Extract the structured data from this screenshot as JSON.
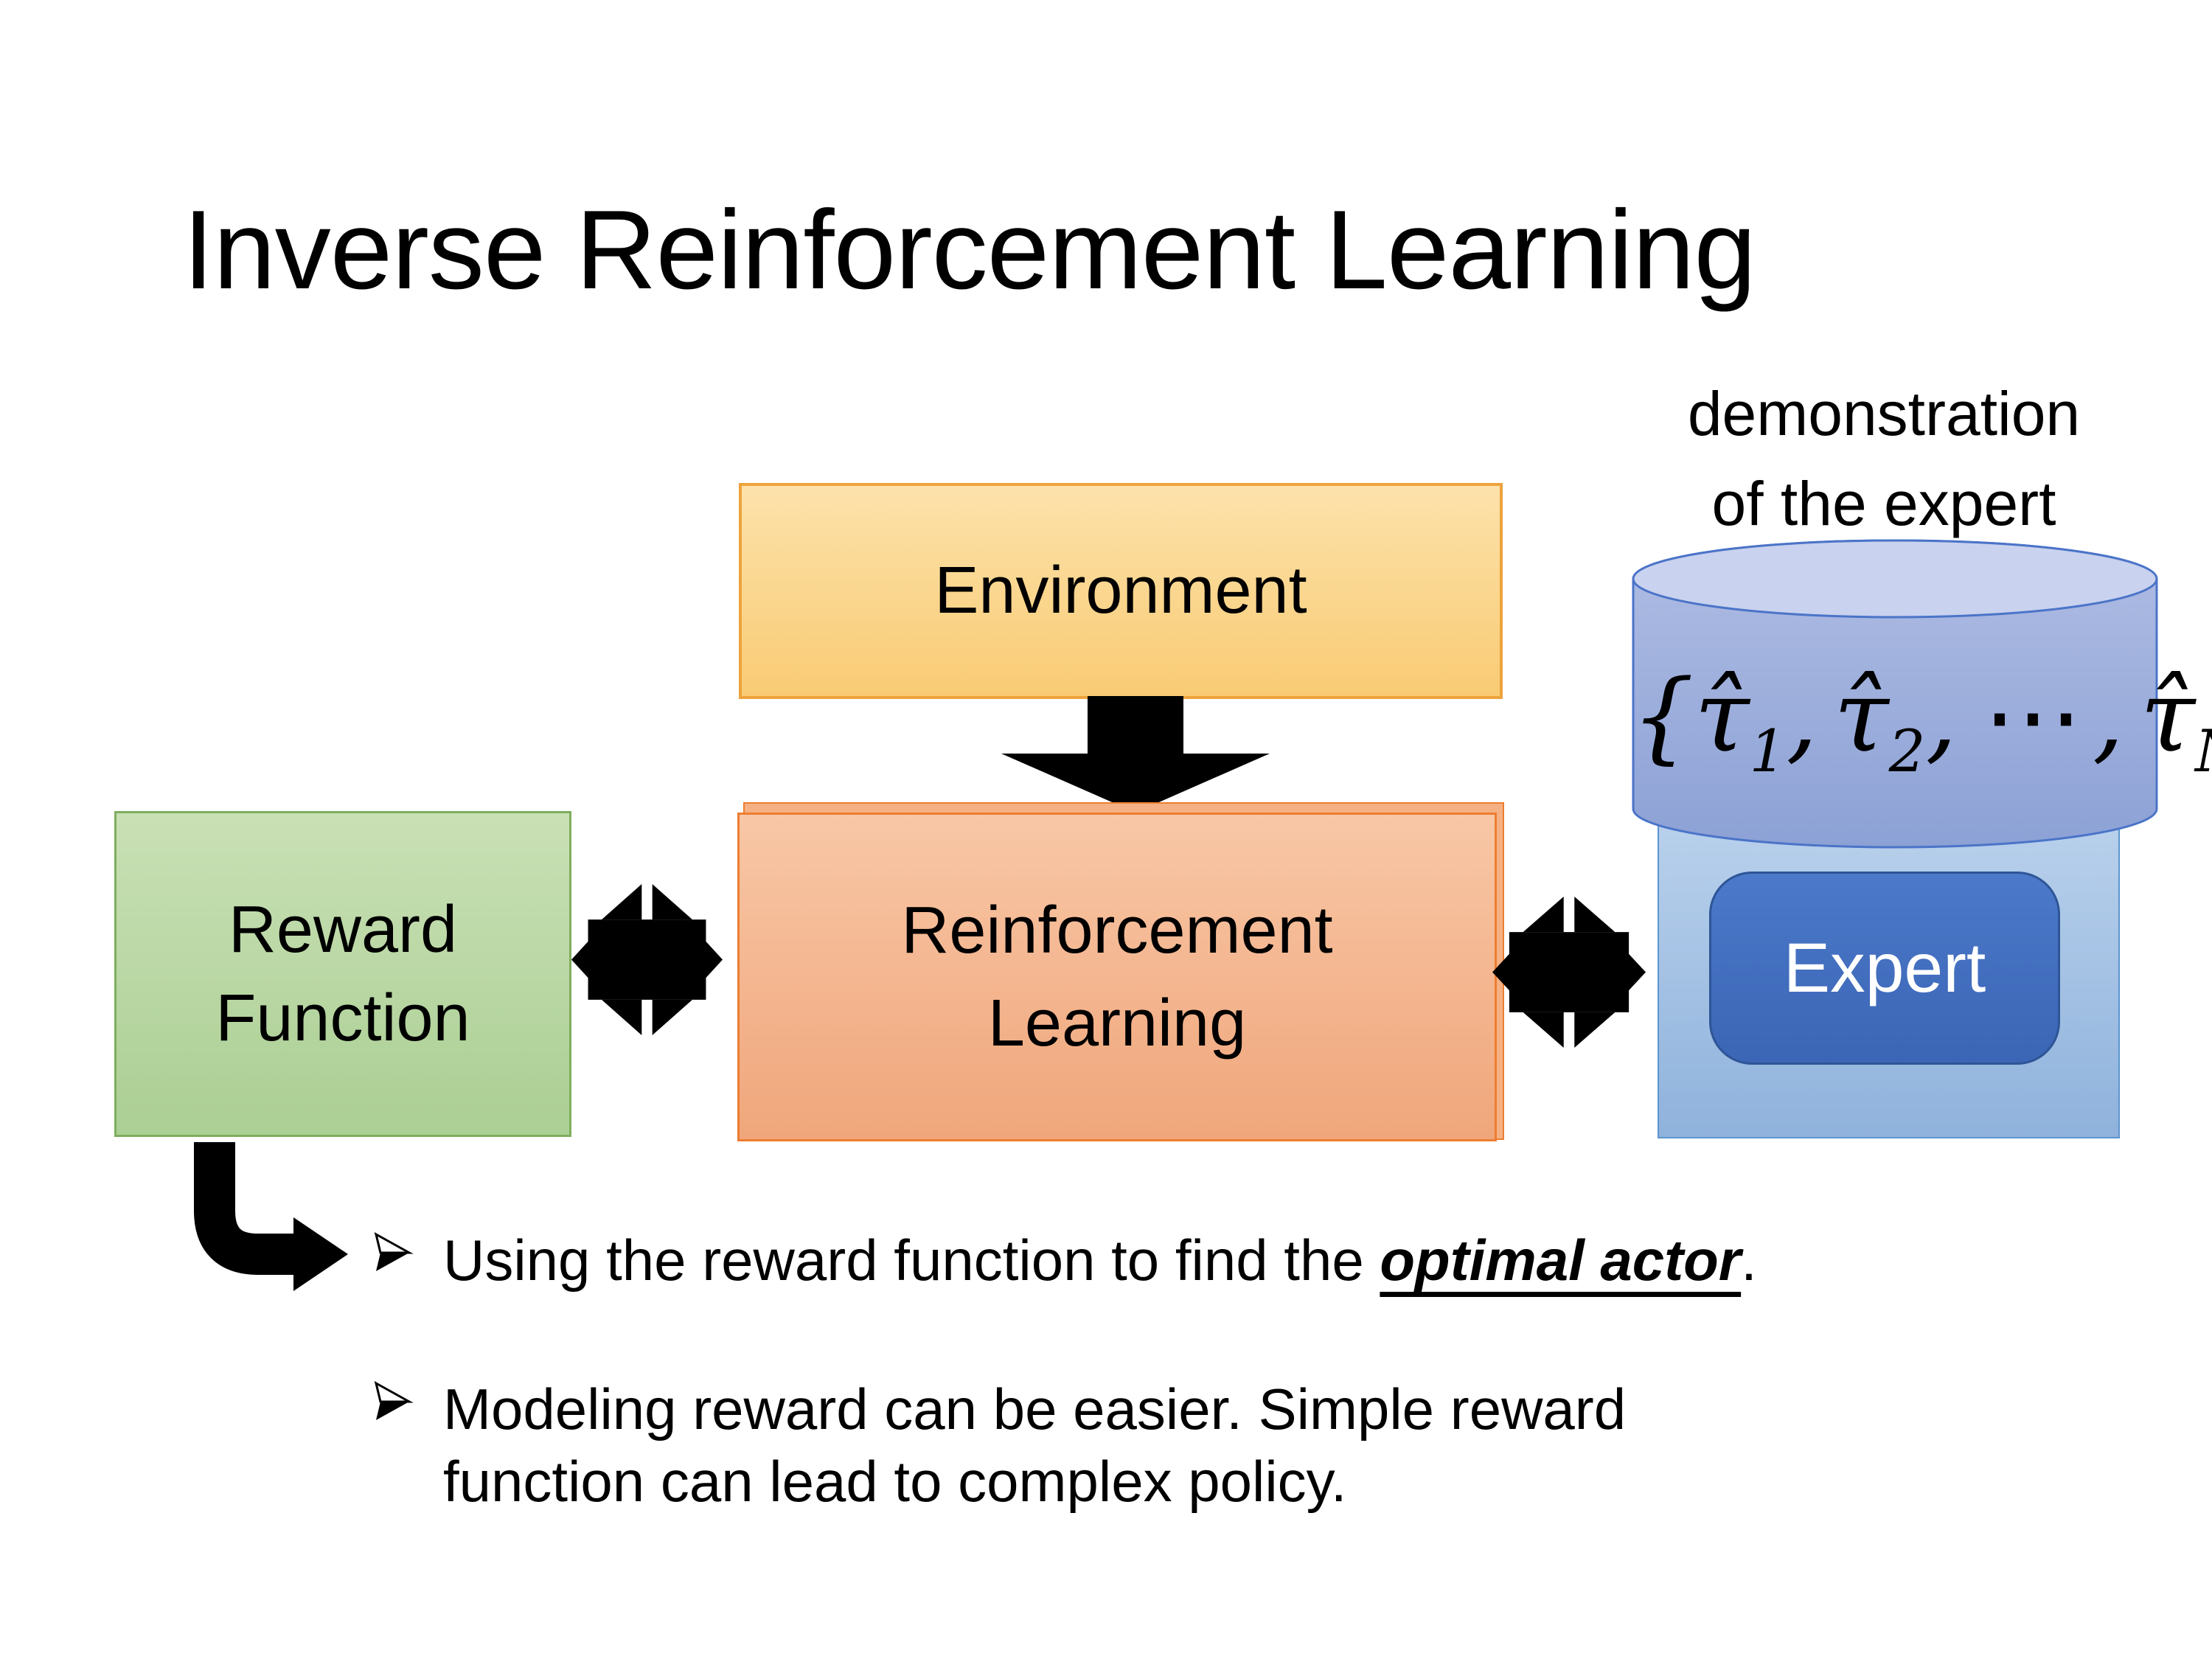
{
  "slide": {
    "title": "Inverse Reinforcement Learning",
    "background_color": "#FFFFFF",
    "text_color": "#000000"
  },
  "diagram": {
    "environment": {
      "label": "Environment",
      "fill_top": "#FCE2AB",
      "fill_bottom": "#F9CB74",
      "border_color": "#EDA33C"
    },
    "reward_function": {
      "line1": "Reward",
      "line2": "Function",
      "fill_top": "#C9E0B5",
      "fill_bottom": "#ABCF94",
      "border_color": "#7FAE5E"
    },
    "reinforcement_learning": {
      "line1": "Reinforcement",
      "line2": "Learning",
      "fill_top": "#F8C7A6",
      "fill_bottom": "#F0A67B",
      "border_color": "#ED7D31"
    },
    "expert_panel": {
      "fill_top": "#B9D1EC",
      "fill_bottom": "#8FB2DC",
      "border_color": "#5C95CF"
    },
    "expert": {
      "label": "Expert",
      "fill_top": "#4C79CA",
      "fill_bottom": "#3B65B5",
      "border_color": "#2E5596",
      "text_color": "#FFFFFF"
    },
    "demonstration": {
      "line1": "demonstration",
      "line2": "of the expert"
    },
    "dataset_cylinder": {
      "fill_top": "#B0BDE4",
      "fill_bottom": "#8CA1D5",
      "lid_fill": "#C9D2EE",
      "border_color": "#4B74C8",
      "formula": {
        "open": "{",
        "tau1": "τ̂",
        "sub1": "1",
        "comma": ",",
        "tau2": "τ̂",
        "sub2": "2",
        "dots": "⋯",
        "tauN": "τ̂",
        "subN": "N",
        "close": "}"
      }
    },
    "arrow_color": "#000000",
    "icons": {
      "down_arrow": "down-block-arrow-icon",
      "exchange_arrow": "double-exchange-arrow-icon",
      "elbow_arrow": "elbow-down-right-arrow-icon",
      "bullet_marker": "arrowhead-bullet-icon",
      "database": "database-cylinder-icon"
    }
  },
  "bullets": {
    "item1": {
      "prefix": "Using the reward function to find the ",
      "emphasis": "optimal actor",
      "suffix": "."
    },
    "item2": {
      "line1": "Modeling reward can be easier. Simple reward",
      "line2": "function can lead to complex policy."
    }
  }
}
